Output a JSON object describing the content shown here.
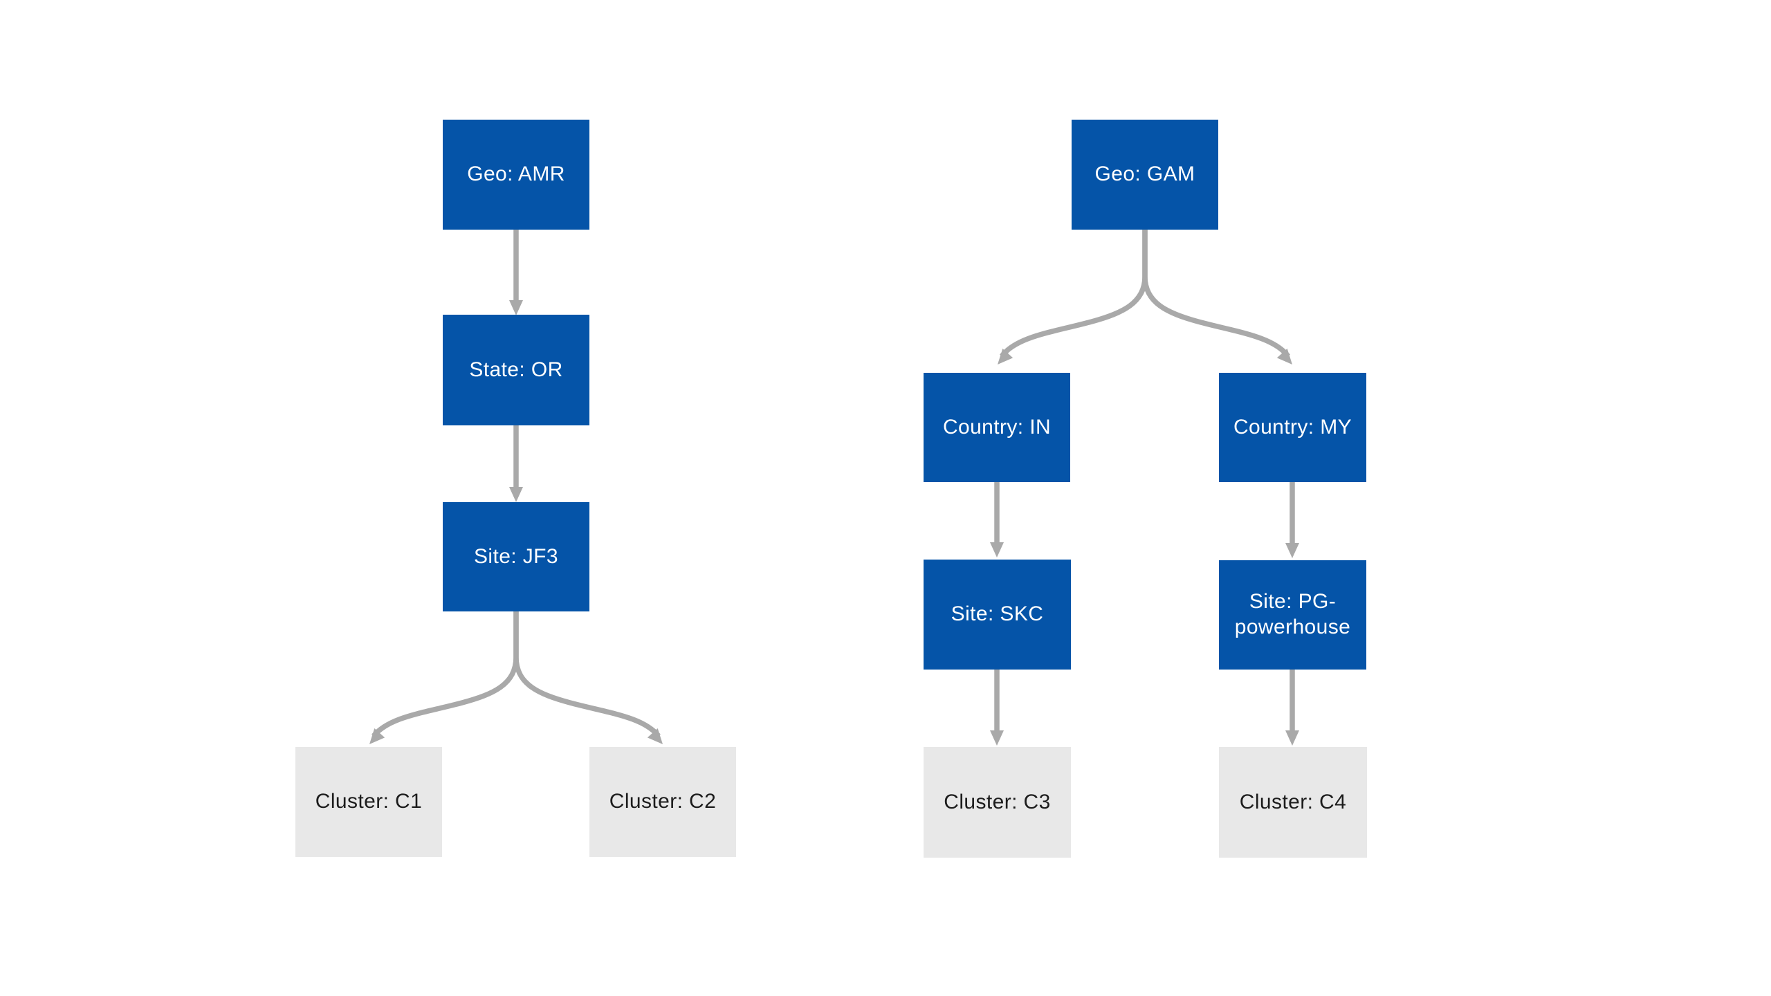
{
  "diagram": {
    "type": "hierarchy-flowchart",
    "colors": {
      "background": "#ffffff",
      "node_primary": "#0554a8",
      "node_primary_text": "#ffffff",
      "node_secondary": "#e8e8e8",
      "node_secondary_text": "#1c1c1c",
      "arrow": "#a9a9a9"
    },
    "nodes": {
      "geo_amr": {
        "label": "Geo: AMR",
        "level": "geo",
        "style": "primary"
      },
      "state_or": {
        "label": "State: OR",
        "level": "state",
        "style": "primary"
      },
      "site_jf3": {
        "label": "Site: JF3",
        "level": "site",
        "style": "primary"
      },
      "cluster_c1": {
        "label": "Cluster: C1",
        "level": "cluster",
        "style": "secondary"
      },
      "cluster_c2": {
        "label": "Cluster: C2",
        "level": "cluster",
        "style": "secondary"
      },
      "geo_gam": {
        "label": "Geo: GAM",
        "level": "geo",
        "style": "primary"
      },
      "country_in": {
        "label": "Country: IN",
        "level": "country",
        "style": "primary"
      },
      "country_my": {
        "label": "Country: MY",
        "level": "country",
        "style": "primary"
      },
      "site_skc": {
        "label": "Site: SKC",
        "level": "site",
        "style": "primary"
      },
      "site_pg": {
        "label": "Site: PG-powerhouse",
        "level": "site",
        "style": "primary"
      },
      "cluster_c3": {
        "label": "Cluster: C3",
        "level": "cluster",
        "style": "secondary"
      },
      "cluster_c4": {
        "label": "Cluster: C4",
        "level": "cluster",
        "style": "secondary"
      }
    },
    "edges": [
      {
        "from": "geo_amr",
        "to": "state_or"
      },
      {
        "from": "state_or",
        "to": "site_jf3"
      },
      {
        "from": "site_jf3",
        "to": "cluster_c1"
      },
      {
        "from": "site_jf3",
        "to": "cluster_c2"
      },
      {
        "from": "geo_gam",
        "to": "country_in"
      },
      {
        "from": "geo_gam",
        "to": "country_my"
      },
      {
        "from": "country_in",
        "to": "site_skc"
      },
      {
        "from": "country_my",
        "to": "site_pg"
      },
      {
        "from": "site_skc",
        "to": "cluster_c3"
      },
      {
        "from": "site_pg",
        "to": "cluster_c4"
      }
    ]
  }
}
